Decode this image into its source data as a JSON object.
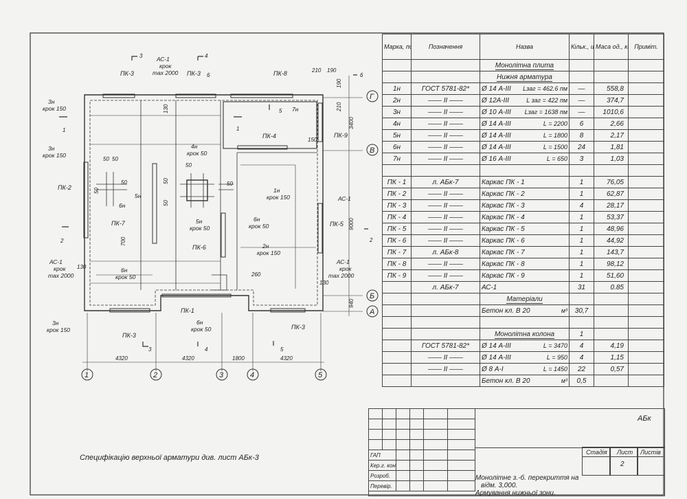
{
  "spec_header": {
    "mark": "Марка, поз.",
    "designation": "Позначення",
    "name": "Назва",
    "qty": "Кільк., шт.",
    "mass": "Маса од., кг",
    "note": "Приміт."
  },
  "spec_rows": [
    {
      "mark": "",
      "designation": "",
      "name": "Монолітна плита",
      "qty": "",
      "mass": "",
      "kind": "section"
    },
    {
      "mark": "",
      "designation": "",
      "name": "Нижня арматура",
      "qty": "",
      "mass": "",
      "kind": "section"
    },
    {
      "mark": "1н",
      "designation": "ГОСТ 5781-82*",
      "name": "Ø 14 А-III",
      "len": "Lзаг = 462.6 пм",
      "qty": "—",
      "mass": "558,8"
    },
    {
      "mark": "2н",
      "designation": "—— II ——",
      "name": "Ø 12А-III",
      "len": "L заг = 422 пм",
      "qty": "—",
      "mass": "374,7"
    },
    {
      "mark": "3н",
      "designation": "—— II ——",
      "name": "Ø 10 А-III",
      "len": "Lзаг = 1638 пм",
      "qty": "—",
      "mass": "1010,6"
    },
    {
      "mark": "4н",
      "designation": "—— II ——",
      "name": "Ø 14 А-III",
      "len": "L = 2200",
      "qty": "6",
      "mass": "2,66"
    },
    {
      "mark": "5н",
      "designation": "—— II ——",
      "name": "Ø 14 А-III",
      "len": "L = 1800",
      "qty": "8",
      "mass": "2,17"
    },
    {
      "mark": "6н",
      "designation": "—— II ——",
      "name": "Ø 14 А-III",
      "len": "L = 1500",
      "qty": "24",
      "mass": "1,81"
    },
    {
      "mark": "7н",
      "designation": "—— II ——",
      "name": "Ø 16 А-III",
      "len": "L = 650",
      "qty": "3",
      "mass": "1,03"
    },
    {
      "mark": "",
      "designation": "",
      "name": "",
      "qty": "",
      "mass": ""
    },
    {
      "mark": "ПК - 1",
      "designation": "л. АБк-7",
      "name": "Каркас ПК - 1",
      "qty": "1",
      "mass": "76,05"
    },
    {
      "mark": "ПК - 2",
      "designation": "—— II ——",
      "name": "Каркас ПК - 2",
      "qty": "1",
      "mass": "62,87"
    },
    {
      "mark": "ПК - 3",
      "designation": "—— II ——",
      "name": "Каркас ПК - 3",
      "qty": "4",
      "mass": "28,17"
    },
    {
      "mark": "ПК - 4",
      "designation": "—— II ——",
      "name": "Каркас ПК - 4",
      "qty": "1",
      "mass": "53,37"
    },
    {
      "mark": "ПК - 5",
      "designation": "—— II ——",
      "name": "Каркас ПК - 5",
      "qty": "1",
      "mass": "48,96"
    },
    {
      "mark": "ПК - 6",
      "designation": "—— II ——",
      "name": "Каркас ПК - 6",
      "qty": "1",
      "mass": "44,92"
    },
    {
      "mark": "ПК - 7",
      "designation": "л. АБк-8",
      "name": "Каркас ПК - 7",
      "qty": "1",
      "mass": "143,7"
    },
    {
      "mark": "ПК - 8",
      "designation": "—— II ——",
      "name": "Каркас ПК - 8",
      "qty": "1",
      "mass": "98,12"
    },
    {
      "mark": "ПК - 9",
      "designation": "—— II ——",
      "name": "Каркас ПК - 9",
      "qty": "1",
      "mass": "51,60"
    },
    {
      "mark": "",
      "designation": "л. АБк-7",
      "name": "АС-1",
      "qty": "31",
      "mass": "0.85"
    },
    {
      "mark": "",
      "designation": "",
      "name": "Матеріали",
      "qty": "",
      "mass": "",
      "kind": "section"
    },
    {
      "mark": "",
      "designation": "",
      "name": "Бетон кл. В 20",
      "len": "м³",
      "qty": "30,7",
      "mass": ""
    },
    {
      "mark": "",
      "designation": "",
      "name": "",
      "qty": "",
      "mass": ""
    },
    {
      "mark": "",
      "designation": "",
      "name": "Монолітна колона",
      "qty": "1",
      "mass": "",
      "kind": "section"
    },
    {
      "mark": "",
      "designation": "ГОСТ 5781-82*",
      "name": "Ø 14 А-III",
      "len": "L = 3470",
      "qty": "4",
      "mass": "4,19"
    },
    {
      "mark": "",
      "designation": "—— II ——",
      "name": "Ø 14 А-III",
      "len": "L = 950",
      "qty": "4",
      "mass": "1,15"
    },
    {
      "mark": "",
      "designation": "—— II ——",
      "name": "Ø 8 А-I",
      "len": "L = 1450",
      "qty": "22",
      "mass": "0,57"
    },
    {
      "mark": "",
      "designation": "",
      "name": "Бетон кл. В 20",
      "len": "м³",
      "qty": "0,5",
      "mass": ""
    }
  ],
  "title_block": {
    "code": "АБк",
    "roles": [
      "ГАП",
      "Кер.г. кон.",
      "Розроб.",
      "Перевір."
    ],
    "stage_label": "Стадія",
    "sheet_label": "Лист",
    "sheets_label": "Листів",
    "sheet_no": "2",
    "title_lines": [
      "Монолітне з.-б. перекриття на",
      "відм. 3,000.",
      "Армування нижньої зони."
    ]
  },
  "note": "Специфікацію верхньої арматури див. лист АБк-3",
  "plan": {
    "axes_x": [
      "1",
      "2",
      "3",
      "4",
      "5"
    ],
    "axes_y": [
      "Г",
      "В",
      "Б",
      "А"
    ],
    "dims_bottom": [
      "4320",
      "4320",
      "1800",
      "4320"
    ],
    "dims_right": [
      "190",
      "210",
      "3400",
      "9000",
      "940"
    ],
    "dims_top": [
      "210",
      "190"
    ],
    "frames": [
      "ПК-1",
      "ПК-2",
      "ПК-3",
      "ПК-3",
      "ПК-3",
      "ПК-3",
      "ПК-4",
      "ПК-5",
      "ПК-6",
      "ПК-7",
      "ПК-8",
      "ПК-9"
    ],
    "ac_labels": [
      {
        "name": "АС-1",
        "l1": "крок",
        "l2": "max 2000"
      },
      {
        "name": "АС-1",
        "l1": "крок",
        "l2": "max 2000"
      },
      {
        "name": "АС-1",
        "l1": "крок",
        "l2": "max 2000"
      }
    ],
    "ac_single": "АС-1",
    "rebar_labels": [
      {
        "m": "3н",
        "s": "крок 150"
      },
      {
        "m": "3н",
        "s": "крок 150"
      },
      {
        "m": "3н",
        "s": "крок 150"
      },
      {
        "m": "4н",
        "s": "крок 50"
      },
      {
        "m": "5н",
        "s": "крок 50"
      },
      {
        "m": "6н",
        "s": "крок 50"
      },
      {
        "m": "6н",
        "s": "крок 50"
      },
      {
        "m": "6н",
        "s": "крок 50"
      },
      {
        "m": "1н",
        "s": "крок 150"
      },
      {
        "m": "2н",
        "s": "крок 150"
      }
    ],
    "marks_small": [
      "5н",
      "6н",
      "7н"
    ],
    "dims_small": [
      "50",
      "50",
      "50",
      "50",
      "50",
      "50",
      "50",
      "50",
      "130",
      "130",
      "130",
      "150",
      "700",
      "260"
    ],
    "sections": [
      "1",
      "1",
      "2",
      "2",
      "3",
      "3",
      "4",
      "4",
      "5",
      "5",
      "6",
      "6"
    ]
  }
}
